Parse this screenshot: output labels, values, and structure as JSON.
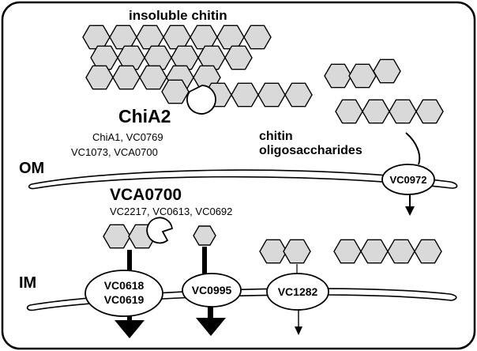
{
  "labels": {
    "insoluble_chitin": "insoluble chitin",
    "chia2": "ChiA2",
    "chia2_homologs_line1": "ChiA1, VC0769",
    "chia2_homologs_line2": "VC1073, VCA0700",
    "chitin_oligo_line1": "chitin",
    "chitin_oligo_line2": "oligosaccharides",
    "om": "OM",
    "im": "IM",
    "vca0700": "VCA0700",
    "vca0700_homologs": "VC2217, VC0613, VC0692"
  },
  "transporters": {
    "vc0972": "VC0972",
    "vc0618": "VC0618",
    "vc0619": "VC0619",
    "vc0995": "VC0995",
    "vc1282": "VC1282"
  },
  "colors": {
    "hexagon_fill": "#d9d9d9",
    "stroke": "#000000",
    "background": "#ffffff"
  }
}
